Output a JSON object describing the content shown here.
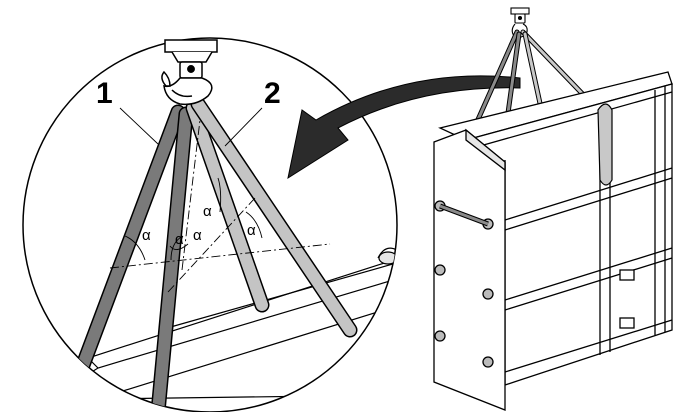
{
  "labels": {
    "sling_1": "1",
    "sling_2": "2",
    "angle_symbol": "α"
  },
  "colors": {
    "line": "#000000",
    "sling_dark": "#7a7a7a",
    "sling_light": "#c4c4c4",
    "arrow": "#2b2b2b",
    "background": "#ffffff"
  }
}
